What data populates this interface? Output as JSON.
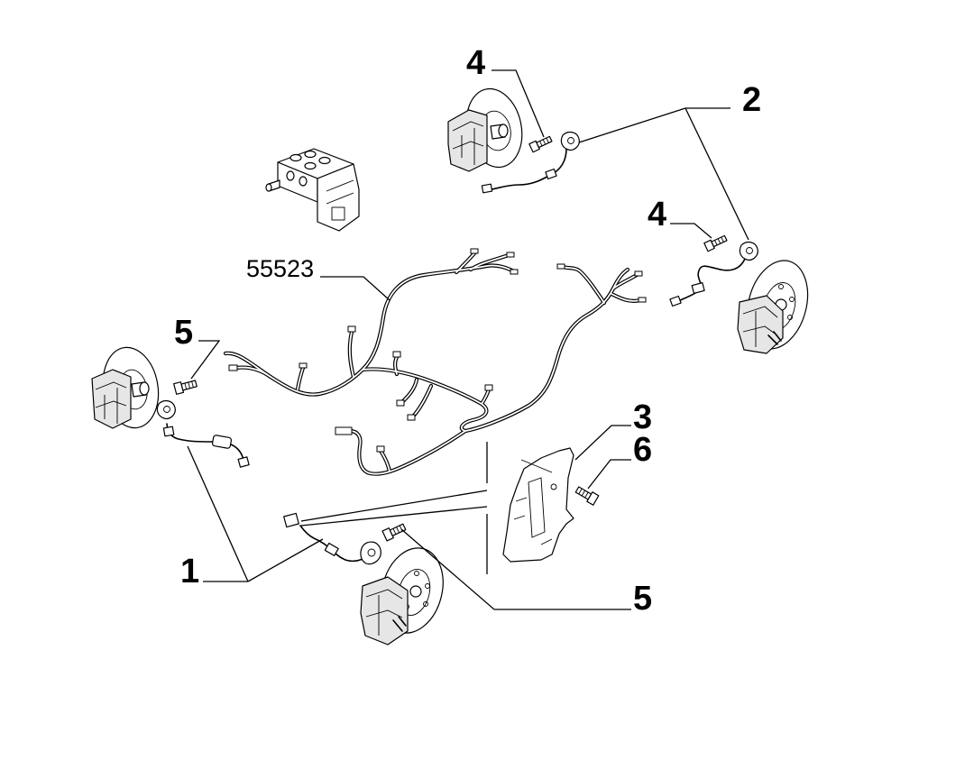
{
  "callouts": {
    "part_4_top": "4",
    "part_2": "2",
    "part_4_right": "4",
    "harness_code": "55523",
    "part_5_left": "5",
    "part_3": "3",
    "part_6": "6",
    "part_1": "1",
    "part_5_bottom": "5"
  },
  "colors": {
    "line": "#000000",
    "background": "#ffffff"
  }
}
